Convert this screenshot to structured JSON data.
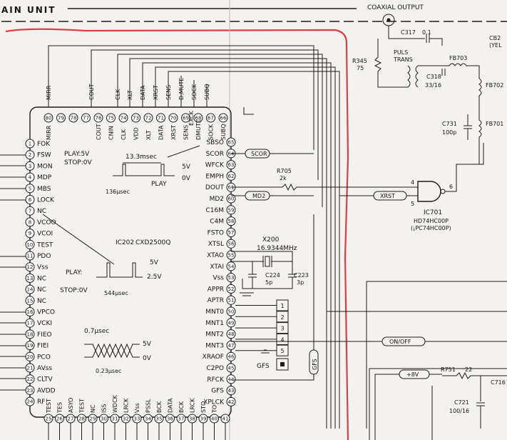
{
  "header": {
    "title": "AIN UNIT",
    "coaxial": "COAXIAL OUTPUT"
  },
  "ic202": {
    "name": "IC202",
    "part": "CXD2500Q",
    "left_pins": [
      {
        "n": "1",
        "l": "FOK"
      },
      {
        "n": "2",
        "l": "FSW"
      },
      {
        "n": "3",
        "l": "MON"
      },
      {
        "n": "4",
        "l": "MDP"
      },
      {
        "n": "5",
        "l": "MBS"
      },
      {
        "n": "6",
        "l": "LOCK"
      },
      {
        "n": "7",
        "l": "NC"
      },
      {
        "n": "8",
        "l": "VCOO"
      },
      {
        "n": "9",
        "l": "VCOI"
      },
      {
        "n": "10",
        "l": "TEST"
      },
      {
        "n": "11",
        "l": "PDO"
      },
      {
        "n": "12",
        "l": "Vss"
      },
      {
        "n": "13",
        "l": "NC"
      },
      {
        "n": "14",
        "l": "NC"
      },
      {
        "n": "15",
        "l": "NC"
      },
      {
        "n": "16",
        "l": "VPCO"
      },
      {
        "n": "17",
        "l": "VCKI"
      },
      {
        "n": "18",
        "l": "FIEO"
      },
      {
        "n": "19",
        "l": "FIEI"
      },
      {
        "n": "20",
        "l": "PCO"
      },
      {
        "n": "21",
        "l": "AVss"
      },
      {
        "n": "22",
        "l": "CLTV"
      },
      {
        "n": "23",
        "l": "AVDD"
      },
      {
        "n": "24",
        "l": "RF"
      }
    ],
    "right_pins": [
      {
        "n": "65",
        "l": "SBSO"
      },
      {
        "n": "64",
        "l": "SCOR"
      },
      {
        "n": "63",
        "l": "WFCK"
      },
      {
        "n": "62",
        "l": "EMPH"
      },
      {
        "n": "61",
        "l": "DOUT"
      },
      {
        "n": "60",
        "l": "MD2"
      },
      {
        "n": "59",
        "l": "C16M"
      },
      {
        "n": "58",
        "l": "C4M"
      },
      {
        "n": "57",
        "l": "FSTO"
      },
      {
        "n": "56",
        "l": "XTSL"
      },
      {
        "n": "55",
        "l": "XTAO"
      },
      {
        "n": "54",
        "l": "XTAI"
      },
      {
        "n": "53",
        "l": "Vss"
      },
      {
        "n": "52",
        "l": "APPR"
      },
      {
        "n": "51",
        "l": "APTR"
      },
      {
        "n": "50",
        "l": "MNT0"
      },
      {
        "n": "49",
        "l": "MNT1"
      },
      {
        "n": "48",
        "l": "MNT2"
      },
      {
        "n": "47",
        "l": "MNT3"
      },
      {
        "n": "46",
        "l": "XRAOF"
      },
      {
        "n": "45",
        "l": "C2PO"
      },
      {
        "n": "44",
        "l": "RFCK"
      },
      {
        "n": "43",
        "l": "GFS"
      },
      {
        "n": "42",
        "l": "XPLCK"
      }
    ],
    "top_pins": [
      {
        "n": "80",
        "l": "MIRR"
      },
      {
        "n": "79",
        "l": ""
      },
      {
        "n": "78",
        "l": ""
      },
      {
        "n": "77",
        "l": ""
      },
      {
        "n": "76",
        "l": "COUT"
      },
      {
        "n": "75",
        "l": "CNIN"
      },
      {
        "n": "74",
        "l": "CLK"
      },
      {
        "n": "73",
        "l": "VDD"
      },
      {
        "n": "72",
        "l": "XLT"
      },
      {
        "n": "71",
        "l": "DATA"
      },
      {
        "n": "70",
        "l": "XRST"
      },
      {
        "n": "69",
        "l": "SENS"
      },
      {
        "n": "68",
        "l": "DMUTE"
      },
      {
        "n": "67",
        "l": "SOCK"
      },
      {
        "n": "66",
        "l": "SUBQ"
      }
    ],
    "bottom_pins": [
      {
        "n": "25",
        "l": "TEST"
      },
      {
        "n": "26",
        "l": "TES"
      },
      {
        "n": "27",
        "l": "ASYO"
      },
      {
        "n": "28",
        "l": "TEST"
      },
      {
        "n": "29",
        "l": "NC"
      },
      {
        "n": "30",
        "l": "ISS"
      },
      {
        "n": "31",
        "l": "WDCK"
      },
      {
        "n": "32",
        "l": "LRCK"
      },
      {
        "n": "33",
        "l": "Vss"
      },
      {
        "n": "34",
        "l": "PSSL"
      },
      {
        "n": "35",
        "l": "BCK"
      },
      {
        "n": "36",
        "l": "DATA"
      },
      {
        "n": "37",
        "l": "BCK"
      },
      {
        "n": "38",
        "l": "LRCK"
      },
      {
        "n": "39",
        "l": "STO"
      },
      {
        "n": "40",
        "l": "TO"
      },
      {
        "n": "41",
        "l": ""
      }
    ],
    "bus_top": [
      "MIRR",
      "COUT",
      "CLK",
      "XLT",
      "DATA",
      "XRST",
      "SENS",
      "D.MUTE",
      "SOCK",
      "SUBQ"
    ],
    "sck_label": "EXCK"
  },
  "annotations": {
    "fsw_play": "PLAY:5V",
    "fsw_stop": "STOP:0V",
    "t13": "13.3msec",
    "t136": "136μsec",
    "v5a": "5V",
    "v0a": "0V",
    "play_a": "PLAY",
    "play_b": "PLAY:",
    "stop_b": "STOP:0V",
    "t544": "544μsec",
    "v5b": "5V",
    "v25": "2.5V",
    "t07": "0.7μsec",
    "t023": "0.23μsec",
    "v5c": "5V",
    "v0c": "0V"
  },
  "signals": {
    "scor": "SCOR",
    "md2": "MD2",
    "xrst": "XRST",
    "gfs": "GFS",
    "onoff": "ON/OFF",
    "v8": "+8V"
  },
  "parts": {
    "r705": "R705",
    "r705v": "2k",
    "ic701": "IC701",
    "ic701a": "HD74HC00P",
    "ic701b": "(¡PC74HC00P)",
    "g_in4": "4",
    "g_in5": "5",
    "g_out": "6",
    "x200": "X200",
    "x200v": "16.9344MHz",
    "c224": "C224",
    "c224v": "5p",
    "c223": "C223",
    "c223v": "3p",
    "gfs_led": "GFS",
    "mnt": [
      "1",
      "2",
      "3",
      "4",
      "5"
    ],
    "c317": "C317",
    "c317v": "0.1",
    "puls": "PULS",
    "trans": "TRANS",
    "r345": "R345",
    "r345v": "75",
    "c318": "C318",
    "c318v": "33/16",
    "fb703": "FB703",
    "fb702": "FB702",
    "fb701": "FB701",
    "c731": "C731",
    "c731v": "100p",
    "cb2": "CB2",
    "yel": "(YEL",
    "r751": "R751",
    "r751v": "22",
    "c721": "C721",
    "c721v": "100/16",
    "c716": "C716"
  }
}
